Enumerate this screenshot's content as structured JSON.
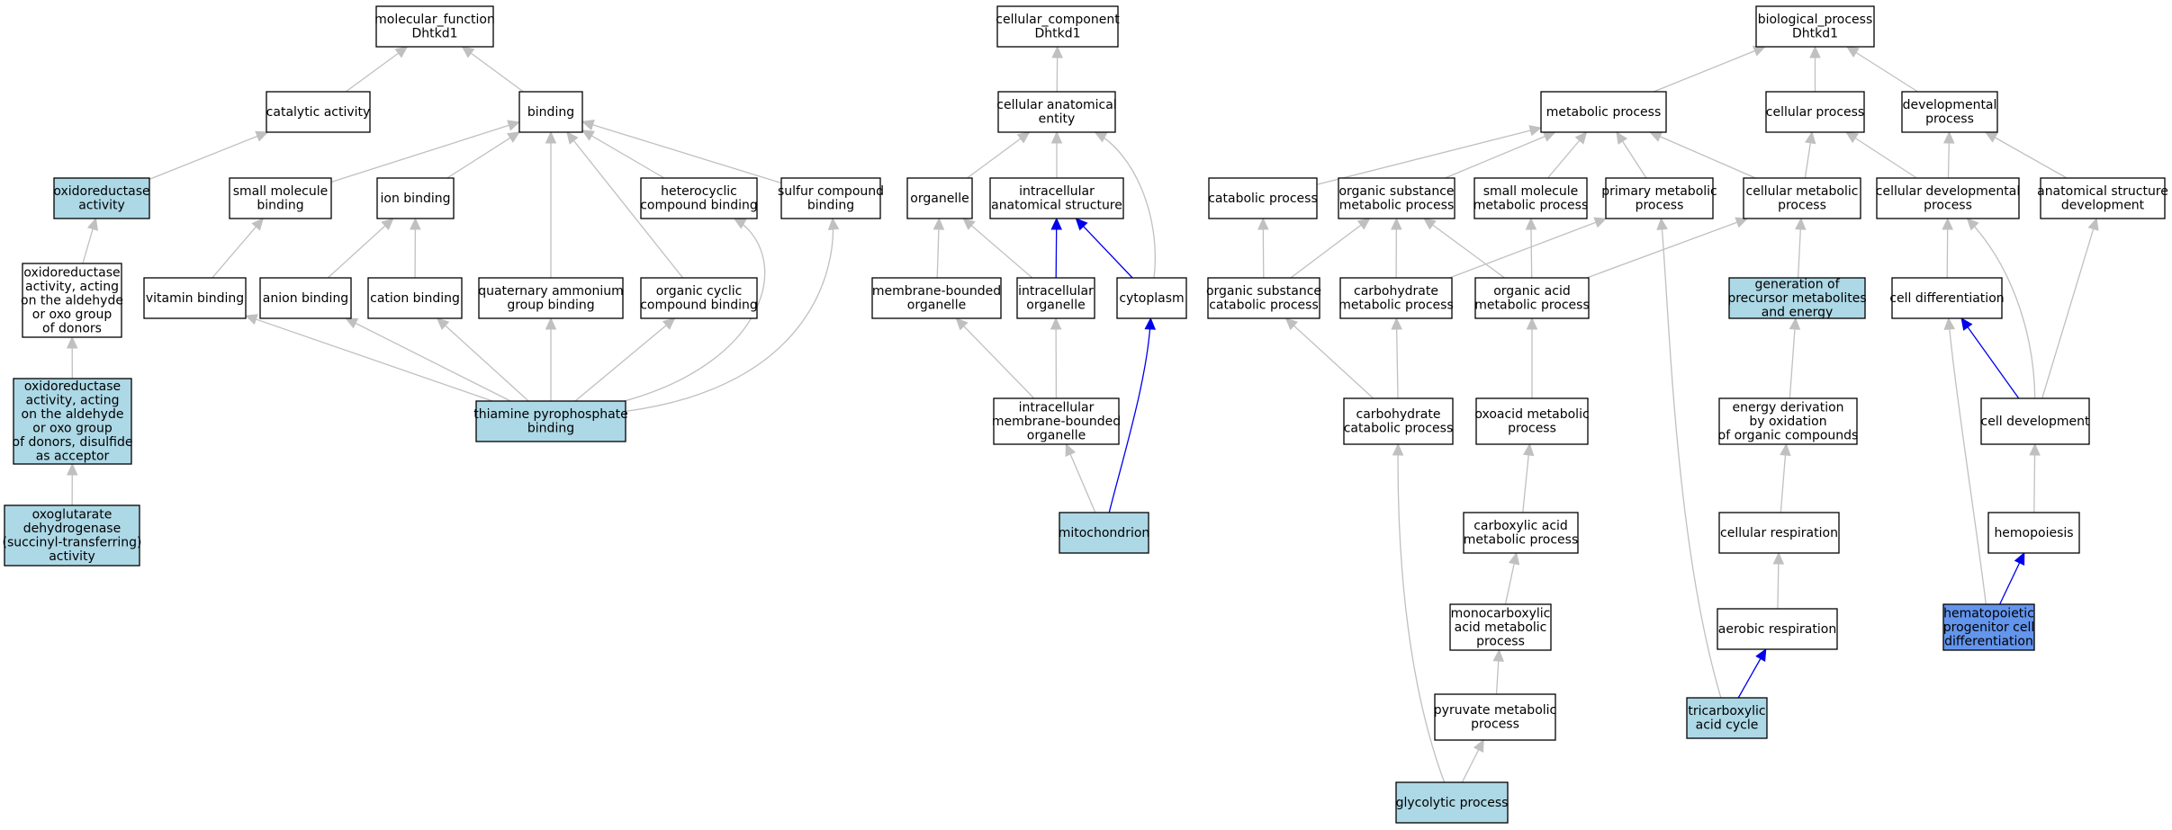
{
  "colors": {
    "plain": "#ffffff",
    "annotated": "#add8e6",
    "query": "#6495ed",
    "edge_gray": "#c0c0c0",
    "edge_blue": "#0000ee"
  },
  "nodes": [
    {
      "id": "mf",
      "lines": [
        "molecular_function",
        "Dhtkd1"
      ],
      "fill": "plain"
    },
    {
      "id": "catalytic",
      "lines": [
        "catalytic activity"
      ],
      "fill": "plain"
    },
    {
      "id": "binding",
      "lines": [
        "binding"
      ],
      "fill": "plain"
    },
    {
      "id": "oxido",
      "lines": [
        "oxidoreductase",
        "activity"
      ],
      "fill": "annotated"
    },
    {
      "id": "smallmolbind",
      "lines": [
        "small molecule",
        "binding"
      ],
      "fill": "plain"
    },
    {
      "id": "ionbind",
      "lines": [
        "ion binding"
      ],
      "fill": "plain"
    },
    {
      "id": "heterobind",
      "lines": [
        "heterocyclic",
        "compound binding"
      ],
      "fill": "plain"
    },
    {
      "id": "sulfurbind",
      "lines": [
        "sulfur compound",
        "binding"
      ],
      "fill": "plain"
    },
    {
      "id": "oxido_ald",
      "lines": [
        "oxidoreductase",
        "activity, acting",
        "on the aldehyde",
        "or oxo group",
        "of donors"
      ],
      "fill": "plain"
    },
    {
      "id": "vitbind",
      "lines": [
        "vitamin binding"
      ],
      "fill": "plain"
    },
    {
      "id": "anionbind",
      "lines": [
        "anion binding"
      ],
      "fill": "plain"
    },
    {
      "id": "cationbind",
      "lines": [
        "cation binding"
      ],
      "fill": "plain"
    },
    {
      "id": "quatbind",
      "lines": [
        "quaternary ammonium",
        "group binding"
      ],
      "fill": "plain"
    },
    {
      "id": "orgcycbind",
      "lines": [
        "organic cyclic",
        "compound binding"
      ],
      "fill": "plain"
    },
    {
      "id": "oxido_ald_dis",
      "lines": [
        "oxidoreductase",
        "activity, acting",
        "on the aldehyde",
        "or oxo group",
        "of donors, disulfide",
        "as acceptor"
      ],
      "fill": "annotated"
    },
    {
      "id": "tppbind",
      "lines": [
        "thiamine pyrophosphate",
        "binding"
      ],
      "fill": "annotated"
    },
    {
      "id": "oxoglut",
      "lines": [
        "oxoglutarate",
        "dehydrogenase",
        "(succinyl-transferring)",
        "activity"
      ],
      "fill": "annotated"
    },
    {
      "id": "cc",
      "lines": [
        "cellular_component",
        "Dhtkd1"
      ],
      "fill": "plain"
    },
    {
      "id": "cae",
      "lines": [
        "cellular anatomical",
        "entity"
      ],
      "fill": "plain"
    },
    {
      "id": "organelle",
      "lines": [
        "organelle"
      ],
      "fill": "plain"
    },
    {
      "id": "ias",
      "lines": [
        "intracellular",
        "anatomical structure"
      ],
      "fill": "plain"
    },
    {
      "id": "mbo",
      "lines": [
        "membrane-bounded",
        "organelle"
      ],
      "fill": "plain"
    },
    {
      "id": "io",
      "lines": [
        "intracellular",
        "organelle"
      ],
      "fill": "plain"
    },
    {
      "id": "cytoplasm",
      "lines": [
        "cytoplasm"
      ],
      "fill": "plain"
    },
    {
      "id": "imbo",
      "lines": [
        "intracellular",
        "membrane-bounded",
        "organelle"
      ],
      "fill": "plain"
    },
    {
      "id": "mito",
      "lines": [
        "mitochondrion"
      ],
      "fill": "annotated"
    },
    {
      "id": "bp",
      "lines": [
        "biological_process",
        "Dhtkd1"
      ],
      "fill": "plain"
    },
    {
      "id": "metproc",
      "lines": [
        "metabolic process"
      ],
      "fill": "plain"
    },
    {
      "id": "cellproc",
      "lines": [
        "cellular process"
      ],
      "fill": "plain"
    },
    {
      "id": "devproc",
      "lines": [
        "developmental",
        "process"
      ],
      "fill": "plain"
    },
    {
      "id": "catabproc",
      "lines": [
        "catabolic process"
      ],
      "fill": "plain"
    },
    {
      "id": "osmp",
      "lines": [
        "organic substance",
        "metabolic process"
      ],
      "fill": "plain"
    },
    {
      "id": "smmp",
      "lines": [
        "small molecule",
        "metabolic process"
      ],
      "fill": "plain"
    },
    {
      "id": "pmp",
      "lines": [
        "primary metabolic",
        "process"
      ],
      "fill": "plain"
    },
    {
      "id": "cmp",
      "lines": [
        "cellular metabolic",
        "process"
      ],
      "fill": "plain"
    },
    {
      "id": "cdp",
      "lines": [
        "cellular developmental",
        "process"
      ],
      "fill": "plain"
    },
    {
      "id": "asd",
      "lines": [
        "anatomical structure",
        "development"
      ],
      "fill": "plain"
    },
    {
      "id": "oscp",
      "lines": [
        "organic substance",
        "catabolic process"
      ],
      "fill": "plain"
    },
    {
      "id": "chmp",
      "lines": [
        "carbohydrate",
        "metabolic process"
      ],
      "fill": "plain"
    },
    {
      "id": "oamp",
      "lines": [
        "organic acid",
        "metabolic process"
      ],
      "fill": "plain"
    },
    {
      "id": "gpme",
      "lines": [
        "generation of",
        "precursor metabolites",
        "and energy"
      ],
      "fill": "annotated"
    },
    {
      "id": "celldiff",
      "lines": [
        "cell differentiation"
      ],
      "fill": "plain"
    },
    {
      "id": "chcp",
      "lines": [
        "carbohydrate",
        "catabolic process"
      ],
      "fill": "plain"
    },
    {
      "id": "oxoacid",
      "lines": [
        "oxoacid metabolic",
        "process"
      ],
      "fill": "plain"
    },
    {
      "id": "edoc",
      "lines": [
        "energy derivation",
        "by oxidation",
        "of organic compounds"
      ],
      "fill": "plain"
    },
    {
      "id": "celldev",
      "lines": [
        "cell development"
      ],
      "fill": "plain"
    },
    {
      "id": "camp",
      "lines": [
        "carboxylic acid",
        "metabolic process"
      ],
      "fill": "plain"
    },
    {
      "id": "cellresp",
      "lines": [
        "cellular respiration"
      ],
      "fill": "plain"
    },
    {
      "id": "hemo",
      "lines": [
        "hemopoiesis"
      ],
      "fill": "plain"
    },
    {
      "id": "mcamp",
      "lines": [
        "monocarboxylic",
        "acid metabolic",
        "process"
      ],
      "fill": "plain"
    },
    {
      "id": "aerresp",
      "lines": [
        "aerobic respiration"
      ],
      "fill": "plain"
    },
    {
      "id": "hpcd",
      "lines": [
        "hematopoietic",
        "progenitor cell",
        "differentiation"
      ],
      "fill": "query"
    },
    {
      "id": "pyrmp",
      "lines": [
        "pyruvate metabolic",
        "process"
      ],
      "fill": "plain"
    },
    {
      "id": "tca",
      "lines": [
        "tricarboxylic",
        "acid cycle"
      ],
      "fill": "annotated"
    },
    {
      "id": "glyco",
      "lines": [
        "glycolytic process"
      ],
      "fill": "annotated"
    }
  ],
  "edges": [
    {
      "from": "catalytic",
      "to": "mf",
      "color": "gray"
    },
    {
      "from": "binding",
      "to": "mf",
      "color": "gray"
    },
    {
      "from": "oxido",
      "to": "catalytic",
      "color": "gray"
    },
    {
      "from": "smallmolbind",
      "to": "binding",
      "color": "gray"
    },
    {
      "from": "ionbind",
      "to": "binding",
      "color": "gray"
    },
    {
      "from": "heterobind",
      "to": "binding",
      "color": "gray"
    },
    {
      "from": "sulfurbind",
      "to": "binding",
      "color": "gray"
    },
    {
      "from": "quatbind",
      "to": "binding",
      "color": "gray"
    },
    {
      "from": "orgcycbind",
      "to": "binding",
      "color": "gray"
    },
    {
      "from": "oxido_ald",
      "to": "oxido",
      "color": "gray"
    },
    {
      "from": "vitbind",
      "to": "smallmolbind",
      "color": "gray"
    },
    {
      "from": "anionbind",
      "to": "ionbind",
      "color": "gray"
    },
    {
      "from": "cationbind",
      "to": "ionbind",
      "color": "gray"
    },
    {
      "from": "oxido_ald_dis",
      "to": "oxido_ald",
      "color": "gray"
    },
    {
      "from": "oxoglut",
      "to": "oxido_ald_dis",
      "color": "gray"
    },
    {
      "from": "tppbind",
      "to": "vitbind",
      "color": "gray"
    },
    {
      "from": "tppbind",
      "to": "anionbind",
      "color": "gray"
    },
    {
      "from": "tppbind",
      "to": "cationbind",
      "color": "gray"
    },
    {
      "from": "tppbind",
      "to": "quatbind",
      "color": "gray"
    },
    {
      "from": "tppbind",
      "to": "orgcycbind",
      "color": "gray"
    },
    {
      "from": "tppbind",
      "to": "heterobind",
      "color": "gray"
    },
    {
      "from": "tppbind",
      "to": "sulfurbind",
      "color": "gray"
    },
    {
      "from": "cae",
      "to": "cc",
      "color": "gray"
    },
    {
      "from": "organelle",
      "to": "cae",
      "color": "gray"
    },
    {
      "from": "ias",
      "to": "cae",
      "color": "gray"
    },
    {
      "from": "cytoplasm",
      "to": "cae",
      "color": "gray"
    },
    {
      "from": "mbo",
      "to": "organelle",
      "color": "gray"
    },
    {
      "from": "io",
      "to": "organelle",
      "color": "gray"
    },
    {
      "from": "io",
      "to": "ias",
      "color": "blue"
    },
    {
      "from": "cytoplasm",
      "to": "ias",
      "color": "blue"
    },
    {
      "from": "imbo",
      "to": "mbo",
      "color": "gray"
    },
    {
      "from": "imbo",
      "to": "io",
      "color": "gray"
    },
    {
      "from": "mito",
      "to": "imbo",
      "color": "gray"
    },
    {
      "from": "mito",
      "to": "cytoplasm",
      "color": "blue"
    },
    {
      "from": "metproc",
      "to": "bp",
      "color": "gray"
    },
    {
      "from": "cellproc",
      "to": "bp",
      "color": "gray"
    },
    {
      "from": "devproc",
      "to": "bp",
      "color": "gray"
    },
    {
      "from": "catabproc",
      "to": "metproc",
      "color": "gray"
    },
    {
      "from": "osmp",
      "to": "metproc",
      "color": "gray"
    },
    {
      "from": "smmp",
      "to": "metproc",
      "color": "gray"
    },
    {
      "from": "pmp",
      "to": "metproc",
      "color": "gray"
    },
    {
      "from": "cmp",
      "to": "metproc",
      "color": "gray"
    },
    {
      "from": "cmp",
      "to": "cellproc",
      "color": "gray"
    },
    {
      "from": "cdp",
      "to": "cellproc",
      "color": "gray"
    },
    {
      "from": "cdp",
      "to": "devproc",
      "color": "gray"
    },
    {
      "from": "asd",
      "to": "devproc",
      "color": "gray"
    },
    {
      "from": "oscp",
      "to": "catabproc",
      "color": "gray"
    },
    {
      "from": "oscp",
      "to": "osmp",
      "color": "gray"
    },
    {
      "from": "chmp",
      "to": "osmp",
      "color": "gray"
    },
    {
      "from": "chmp",
      "to": "pmp",
      "color": "gray"
    },
    {
      "from": "oamp",
      "to": "osmp",
      "color": "gray"
    },
    {
      "from": "oamp",
      "to": "smmp",
      "color": "gray"
    },
    {
      "from": "oamp",
      "to": "cmp",
      "color": "gray"
    },
    {
      "from": "gpme",
      "to": "cmp",
      "color": "gray"
    },
    {
      "from": "celldiff",
      "to": "cdp",
      "color": "gray"
    },
    {
      "from": "celldev",
      "to": "cdp",
      "color": "gray"
    },
    {
      "from": "celldev",
      "to": "asd",
      "color": "gray"
    },
    {
      "from": "celldev",
      "to": "celldiff",
      "color": "blue"
    },
    {
      "from": "chcp",
      "to": "oscp",
      "color": "gray"
    },
    {
      "from": "chcp",
      "to": "chmp",
      "color": "gray"
    },
    {
      "from": "oxoacid",
      "to": "oamp",
      "color": "gray"
    },
    {
      "from": "edoc",
      "to": "gpme",
      "color": "gray"
    },
    {
      "from": "camp",
      "to": "oxoacid",
      "color": "gray"
    },
    {
      "from": "cellresp",
      "to": "edoc",
      "color": "gray"
    },
    {
      "from": "hemo",
      "to": "celldev",
      "color": "gray"
    },
    {
      "from": "mcamp",
      "to": "camp",
      "color": "gray"
    },
    {
      "from": "aerresp",
      "to": "cellresp",
      "color": "gray"
    },
    {
      "from": "hpcd",
      "to": "hemo",
      "color": "blue"
    },
    {
      "from": "hpcd",
      "to": "celldiff",
      "color": "gray"
    },
    {
      "from": "pyrmp",
      "to": "mcamp",
      "color": "gray"
    },
    {
      "from": "tca",
      "to": "aerresp",
      "color": "blue"
    },
    {
      "from": "tca",
      "to": "pmp",
      "color": "gray"
    },
    {
      "from": "glyco",
      "to": "pyrmp",
      "color": "gray"
    },
    {
      "from": "glyco",
      "to": "chcp",
      "color": "gray"
    }
  ]
}
